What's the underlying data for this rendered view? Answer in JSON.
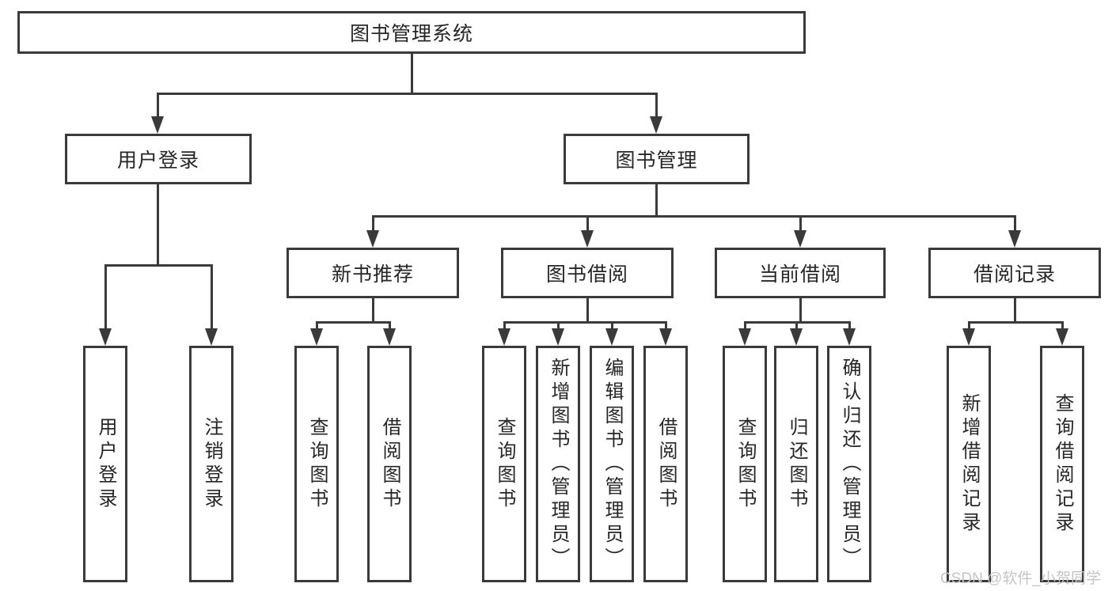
{
  "colors": {
    "line": "#3a3a3a",
    "text": "#262626",
    "background": "#ffffff",
    "watermark": "#c5c5c5"
  },
  "watermark": {
    "text": "CSDN @软件_小贺同学"
  },
  "tree": {
    "root": {
      "label": "图书管理系统"
    },
    "branches": [
      {
        "label": "用户登录",
        "children": [
          {
            "label": "用户登录"
          },
          {
            "label": "注销登录"
          }
        ]
      },
      {
        "label": "图书管理",
        "children": [
          {
            "label": "新书推荐",
            "children": [
              {
                "label": "查询图书"
              },
              {
                "label": "借阅图书"
              }
            ]
          },
          {
            "label": "图书借阅",
            "children": [
              {
                "label": "查询图书"
              },
              {
                "label": "新增图书（管理员）"
              },
              {
                "label": "编辑图书（管理员）"
              },
              {
                "label": "借阅图书"
              }
            ]
          },
          {
            "label": "当前借阅",
            "children": [
              {
                "label": "查询图书"
              },
              {
                "label": "归还图书"
              },
              {
                "label": "确认归还（管理员）"
              }
            ]
          },
          {
            "label": "借阅记录",
            "children": [
              {
                "label": "新增借阅记录"
              },
              {
                "label": "查询借阅记录"
              }
            ]
          }
        ]
      }
    ]
  }
}
